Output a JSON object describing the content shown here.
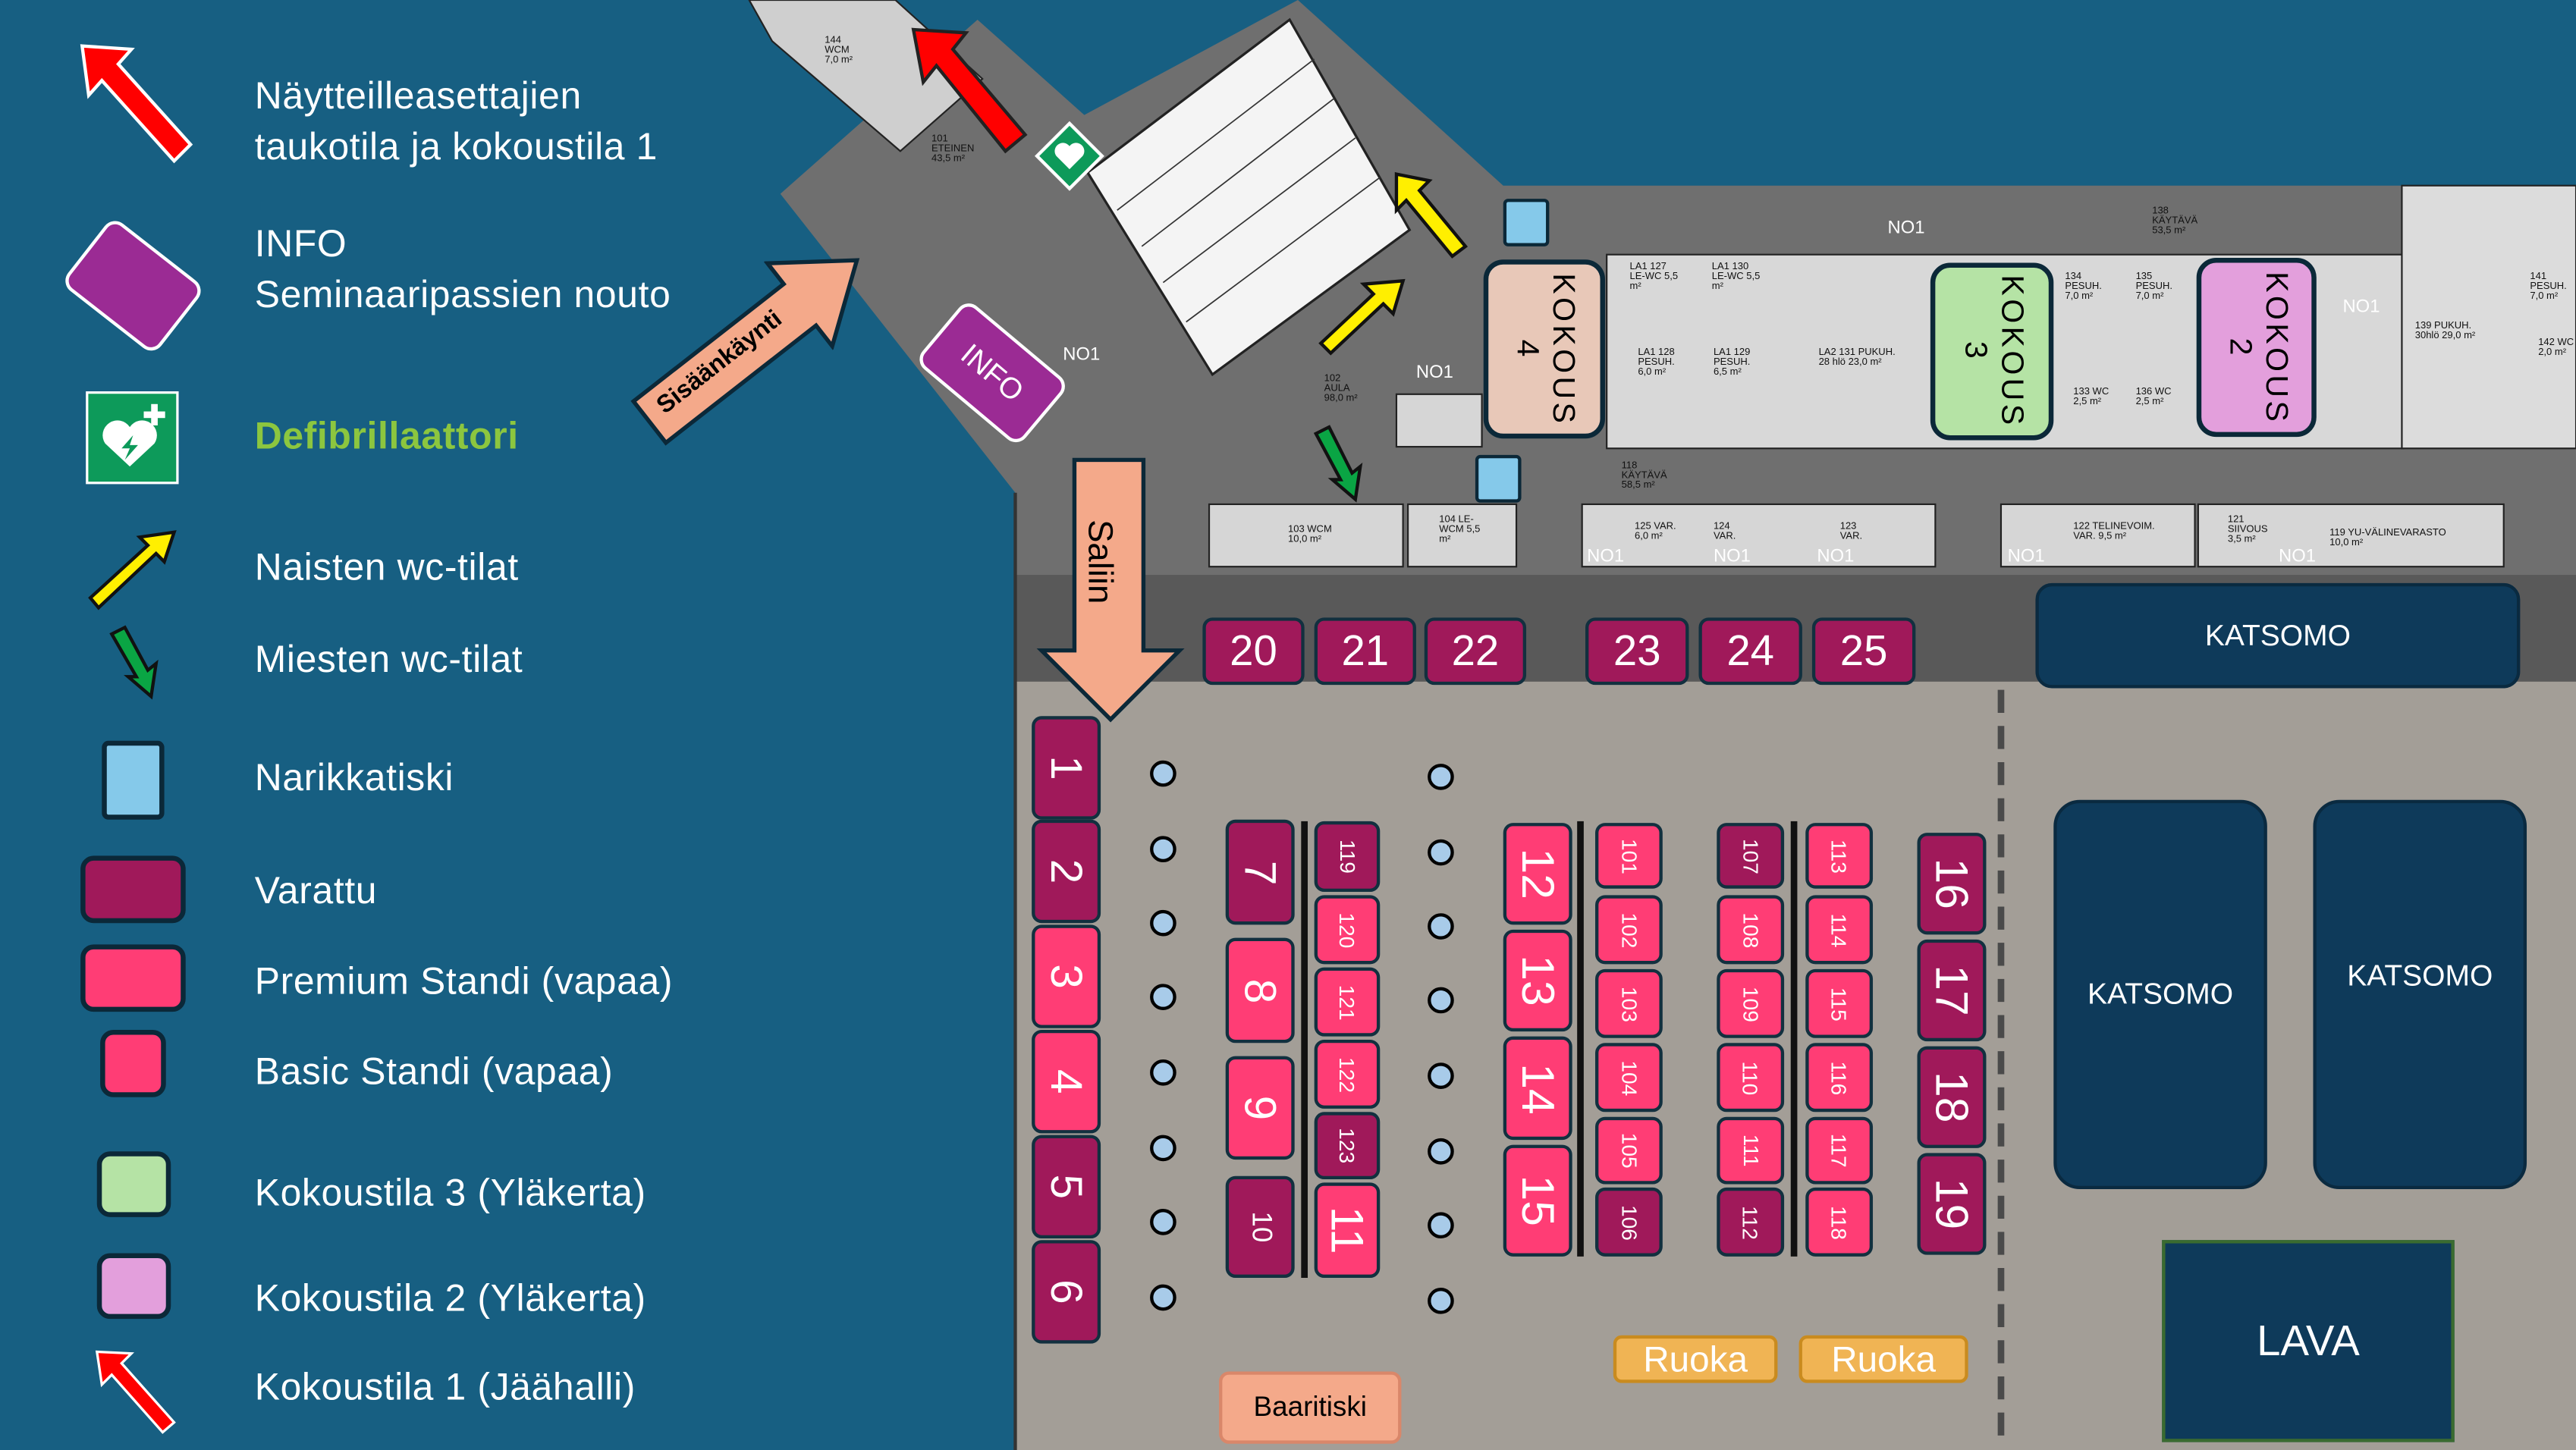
{
  "legend": {
    "exhibitor_break_room": [
      "Näytteilleasettajien",
      "taukotila ja kokoustila 1"
    ],
    "info": [
      "INFO",
      "Seminaaripassien nouto"
    ],
    "defibrillator": "Defibrillaattori",
    "womens_wc": "Naisten wc-tilat",
    "mens_wc": "Miesten wc-tilat",
    "cloakroom": "Narikkatiski",
    "reserved": "Varattu",
    "premium": "Premium Standi (vapaa)",
    "basic": "Basic Standi (vapaa)",
    "meeting3": "Kokoustila 3 (Yläkerta)",
    "meeting2": "Kokoustila 2 (Yläkerta)",
    "meeting1": "Kokoustila 1 (Jäähalli)"
  },
  "colors": {
    "background": "#175f82",
    "reserved": "#a0195a",
    "free": "#ff3d75",
    "cloakroom": "#85c9ea",
    "meeting3": "#b5e3a5",
    "meeting2": "#e39fdc",
    "meeting4": "#e8c8b8",
    "info": "#9b2b94",
    "defibrillator": "#0d9a5a"
  },
  "map": {
    "entrance": "Sisäänkäynti",
    "info": "INFO",
    "to_hall": "Saliin",
    "kokous4": [
      "KOKOUS",
      "4"
    ],
    "kokous3": [
      "KOKOUS",
      "3"
    ],
    "kokous2": [
      "KOKOUS",
      "2"
    ],
    "katsomo_top": "KATSOMO",
    "katsomo_left": "KATSOMO",
    "katsomo_right": "KATSOMO",
    "stage": "LAVA",
    "food_1": "Ruoka",
    "food_2": "Ruoka",
    "bar": "Baaritiski",
    "corridor_labels": [
      "NO1",
      "NO1",
      "NO1",
      "NO1",
      "NO1",
      "NO1",
      "NO1",
      "NO1",
      "NO1"
    ],
    "rooms": {
      "r101": "101 ETEINEN 43,5 m²",
      "r144": "144 WCM 7,0 m²",
      "r102": "102 AULA 98,0 m²",
      "r118": "118 KÄYTÄVÄ 58,5 m²",
      "r138": "138 KÄYTÄVÄ 53,5 m²",
      "r127": "LA1 127 LE-WC 5,5 m²",
      "r130": "LA1 130 LE-WC 5,5 m²",
      "r128": "LA1 128 PESUH. 6,0 m²",
      "r129": "LA1 129 PESUH. 6,5 m²",
      "r131": "LA2 131 PUKUH. 28 hlö 23,0 m²",
      "r134": "134 PESUH. 7,0 m²",
      "r135": "135 PESUH. 7,0 m²",
      "r133": "133 WC 2,5 m²",
      "r136": "136 WC 2,5 m²",
      "r139": "139 PUKUH. 30hlö 29,0 m²",
      "r141": "141 PESUH. 7,0 m²",
      "r142": "142 WC 2,0 m²",
      "r103": "103 WCM 10,0 m²",
      "r104": "104 LE-WCM 5,5 m²",
      "r125": "125 VAR. 6,0 m²",
      "r124": "124 VAR.",
      "r123": "123 VAR.",
      "r122": "122 TELINEVOIM. VAR. 9,5 m²",
      "r121": "121 SIIVOUS 3,5 m²",
      "r119": "119 YU-VÄLINEVARASTO 10,0 m²"
    }
  },
  "stands": {
    "s1": {
      "label": "1",
      "status": "varattu"
    },
    "s2": {
      "label": "2",
      "status": "varattu"
    },
    "s3": {
      "label": "3",
      "status": "premium"
    },
    "s4": {
      "label": "4",
      "status": "premium"
    },
    "s5": {
      "label": "5",
      "status": "varattu"
    },
    "s6": {
      "label": "6",
      "status": "varattu"
    },
    "s7": {
      "label": "7",
      "status": "varattu"
    },
    "s8": {
      "label": "8",
      "status": "premium"
    },
    "s9": {
      "label": "9",
      "status": "premium"
    },
    "s10": {
      "label": "10",
      "status": "varattu"
    },
    "s11": {
      "label": "11",
      "status": "premium"
    },
    "s12": {
      "label": "12",
      "status": "premium"
    },
    "s13": {
      "label": "13",
      "status": "premium"
    },
    "s14": {
      "label": "14",
      "status": "premium"
    },
    "s15": {
      "label": "15",
      "status": "premium"
    },
    "s16": {
      "label": "16",
      "status": "varattu"
    },
    "s17": {
      "label": "17",
      "status": "varattu"
    },
    "s18": {
      "label": "18",
      "status": "varattu"
    },
    "s19": {
      "label": "19",
      "status": "varattu"
    },
    "s20": {
      "label": "20",
      "status": "varattu"
    },
    "s21": {
      "label": "21",
      "status": "varattu"
    },
    "s22": {
      "label": "22",
      "status": "varattu"
    },
    "s23": {
      "label": "23",
      "status": "varattu"
    },
    "s24": {
      "label": "24",
      "status": "varattu"
    },
    "s25": {
      "label": "25",
      "status": "varattu"
    },
    "s101": {
      "label": "101",
      "status": "basic"
    },
    "s102": {
      "label": "102",
      "status": "basic"
    },
    "s103": {
      "label": "103",
      "status": "basic"
    },
    "s104": {
      "label": "104",
      "status": "basic"
    },
    "s105": {
      "label": "105",
      "status": "basic"
    },
    "s106": {
      "label": "106",
      "status": "varattu"
    },
    "s107": {
      "label": "107",
      "status": "varattu"
    },
    "s108": {
      "label": "108",
      "status": "basic"
    },
    "s109": {
      "label": "109",
      "status": "basic"
    },
    "s110": {
      "label": "110",
      "status": "basic"
    },
    "s111": {
      "label": "111",
      "status": "basic"
    },
    "s112": {
      "label": "112",
      "status": "varattu"
    },
    "s113": {
      "label": "113",
      "status": "basic"
    },
    "s114": {
      "label": "114",
      "status": "basic"
    },
    "s115": {
      "label": "115",
      "status": "basic"
    },
    "s116": {
      "label": "116",
      "status": "basic"
    },
    "s117": {
      "label": "117",
      "status": "basic"
    },
    "s118": {
      "label": "118",
      "status": "basic"
    },
    "s119": {
      "label": "119",
      "status": "varattu"
    },
    "s120": {
      "label": "120",
      "status": "basic"
    },
    "s121": {
      "label": "121",
      "status": "basic"
    },
    "s122": {
      "label": "122",
      "status": "basic"
    },
    "s123": {
      "label": "123",
      "status": "varattu"
    }
  }
}
